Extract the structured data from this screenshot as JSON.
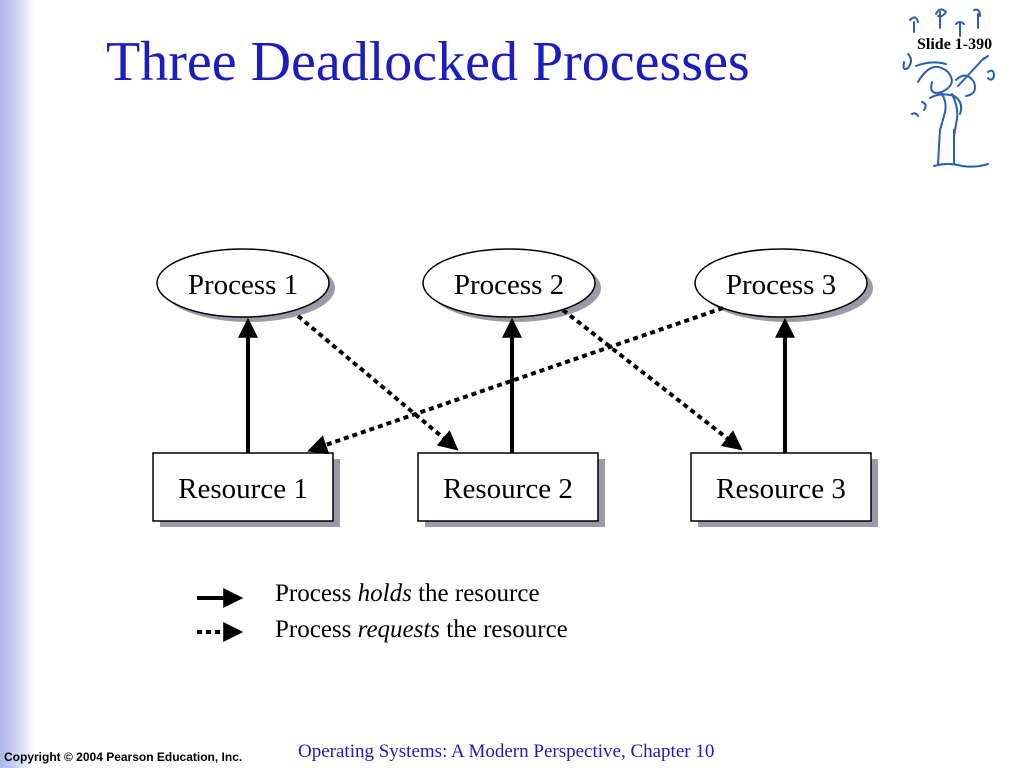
{
  "slide": {
    "title": "Three Deadlocked Processes",
    "slide_number": "Slide 1-390",
    "copyright": "Copyright © 2004 Pearson Education, Inc.",
    "book": "Operating Systems: A Modern Perspective, Chapter 10"
  },
  "diagram": {
    "processes": [
      "Process 1",
      "Process 2",
      "Process 3"
    ],
    "resources": [
      "Resource 1",
      "Resource 2",
      "Resource 3"
    ],
    "holds": [
      {
        "resource": "Resource 1",
        "process": "Process 1"
      },
      {
        "resource": "Resource 2",
        "process": "Process 2"
      },
      {
        "resource": "Resource 3",
        "process": "Process 3"
      }
    ],
    "requests": [
      {
        "process": "Process 1",
        "resource": "Resource 2"
      },
      {
        "process": "Process 2",
        "resource": "Resource 3"
      },
      {
        "process": "Process 3",
        "resource": "Resource 1"
      }
    ]
  },
  "legend": {
    "holds_prefix": "Process ",
    "holds_word": "holds",
    "holds_suffix": " the resource",
    "requests_prefix": "Process ",
    "requests_word": "requests",
    "requests_suffix": " the resource"
  },
  "colors": {
    "title": "#1c1cbf",
    "footer_book": "#1c1cbf",
    "sidebar": "#aeb8ea"
  },
  "icons": {
    "logo": "musician-sketch-icon"
  }
}
